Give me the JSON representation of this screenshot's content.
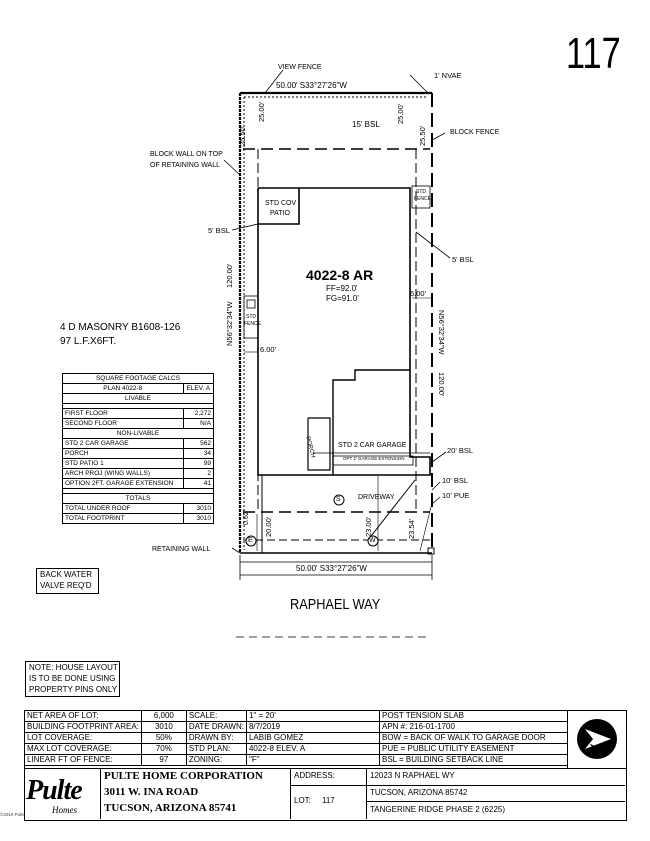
{
  "sheet_number": "117",
  "plan": {
    "view_fence": "VIEW FENCE",
    "nvae": "1' NVAE",
    "block_fence": "BLOCK FENCE",
    "block_wall_1": "BLOCK WALL ON TOP",
    "block_wall_2": "OF RETAINING WALL",
    "top_bearing": "50.00'  S33°27'26\"W",
    "bottom_bearing": "50.00'  S33°27'26\"W",
    "left_bearing": "N56°32'34\"W",
    "right_bearing": "N56°32'34\"W",
    "left_length": "120.00'",
    "right_length": "120.00'",
    "dim_25_left": "25.00'",
    "dim_25_right": "25.00'",
    "dim_2550_left": "25.50'",
    "dim_2550_right": "25.50'",
    "rear_bsl": "15' BSL",
    "left_bsl": "5' BSL",
    "right_bsl": "5' BSL",
    "front_bsl": "20' BSL",
    "bsl_10": "10' BSL",
    "pue_10": "10' PUE",
    "std_cov_patio_1": "STD COV",
    "std_cov_patio_2": "PATIO",
    "std_fence_right_1": "STD",
    "std_fence_right_2": "FENCE",
    "std_fence_left_1": "STD",
    "std_fence_left_2": "FENCE",
    "house_label": "4022-8 AR",
    "ff": "FF=92.0'",
    "fg": "FG=91.0'",
    "dim_600_right": "6.00'",
    "dim_600_left": "6.00'",
    "porch": "PORCH",
    "garage": "STD 2 CAR GARAGE",
    "garage_ext": "OPT 2' GARAGE EXTENSION",
    "driveway": "DRIVEWAY",
    "dim_2000": "20.00'",
    "dim_2300": "23.00'",
    "dim_2354": "23.54'",
    "dim_062": "0.62'",
    "retaining_wall": "RETAINING WALL",
    "street": "RAPHAEL WAY",
    "masonry_1": "4 D MASONRY B1608-126",
    "masonry_2": "97 L.F.X6FT.",
    "marker_s": "S",
    "marker_w": "W",
    "marker_e": "E"
  },
  "sf_calcs": {
    "title": "SQUARE FOOTAGE CALCS",
    "plan": "PLAN 4022-8",
    "elev": "ELEV. A",
    "livable": "LIVABLE",
    "non_livable": "NON-LIVABLE",
    "totals": "TOTALS",
    "rows_livable": [
      {
        "label": "FIRST FLOOR",
        "value": "2,272"
      },
      {
        "label": "SECOND FLOOR",
        "value": "N/A"
      }
    ],
    "rows_non_livable": [
      {
        "label": "STD 2 CAR GARAGE",
        "value": "562"
      },
      {
        "label": "PORCH",
        "value": "34"
      },
      {
        "label": "STD PATIO 1",
        "value": "99"
      },
      {
        "label": "ARCH PROJ (WING WALLS)",
        "value": "2"
      },
      {
        "label": "OPTION 2FT. GARAGE EXTENSION",
        "value": "41"
      }
    ],
    "rows_totals": [
      {
        "label": "TOTAL UNDER ROOF",
        "value": "3010"
      },
      {
        "label": "TOTAL FOOTPRINT",
        "value": "3010"
      }
    ]
  },
  "back_water": {
    "line1": "BACK WATER",
    "line2": "VALVE REQ'D"
  },
  "note": {
    "line1": "NOTE: HOUSE LAYOUT",
    "line2": "IS TO BE DONE USING",
    "line3": "PROPERTY PINS ONLY"
  },
  "title_block": {
    "rows": [
      {
        "k": "NET AREA OF LOT:",
        "v": "6,000",
        "k2": "SCALE:",
        "v2": "1\" = 20'",
        "c": "POST TENSION SLAB"
      },
      {
        "k": "BUILDING FOOTPRINT AREA:",
        "v": "3010",
        "k2": "DATE DRAWN:",
        "v2": "8/7/2019",
        "c": "APN #:  216-01-1700"
      },
      {
        "k": "LOT COVERAGE:",
        "v": "50%",
        "k2": "DRAWN BY:",
        "v2": "LABIB GOMEZ",
        "c": "BOW = BACK OF WALK TO GARAGE DOOR"
      },
      {
        "k": "MAX LOT COVERAGE:",
        "v": "70%",
        "k2": "STD PLAN:",
        "v2": "4022-8 ELEV. A",
        "c": "PUE = PUBLIC UTILITY EASEMENT"
      },
      {
        "k": "LINEAR FT OF FENCE:",
        "v": "97",
        "k2": "ZONING:",
        "v2": "\"F\"",
        "c": "BSL = BUILDING SETBACK LINE"
      }
    ],
    "company": "PULTE HOME CORPORATION",
    "company_addr1": "3011 W. INA ROAD",
    "company_addr2": "TUCSON, ARIZONA 85741",
    "logo_main": "Pulte",
    "logo_sub": "Homes",
    "address_label": "ADDRESS:",
    "address1": "12023 N RAPHAEL WY",
    "address2": "TUCSON, ARIZONA 85742",
    "lot_label": "LOT:",
    "lot_value": "117",
    "subdivision": "TANGERINE RIDGE PHASE 2 (6225)",
    "north_letter": "N",
    "copyright": "©2019 Pulte"
  }
}
